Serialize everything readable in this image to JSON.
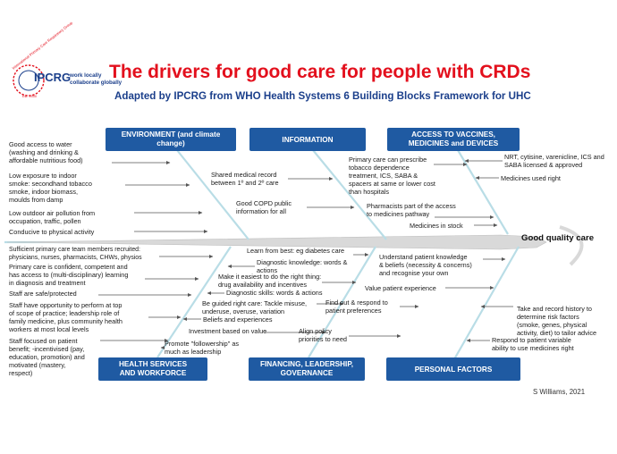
{
  "title": "The drivers for good care for people with CRDs",
  "subtitle": "Adapted by IPCRG from WHO Health Systems 6 Building Blocks Framework for UHC",
  "logo": {
    "name": "IPCRG",
    "tagline": [
      "work locally",
      "collaborate globally"
    ],
    "arc_text": "International Primary Care Respiratory Group",
    "established": "Est. 2000"
  },
  "goal": "Good quality care",
  "credit": "S Williams, 2021",
  "categories": {
    "environment": [
      "ENVIRONMENT (and climate",
      "change)"
    ],
    "information": [
      "INFORMATION"
    ],
    "access": [
      "ACCESS TO VACCINES,",
      "MEDICINES and DEVICES"
    ],
    "health": [
      "HEALTH SERVICES",
      "AND WORKFORCE"
    ],
    "financing": [
      "FINANCING, LEADERSHIP,",
      "GOVERNANCE"
    ],
    "personal": [
      "PERSONAL FACTORS"
    ]
  },
  "environment_items": [
    [
      "Good access to water",
      "(washing and drinking &",
      "affordable nutritious food)"
    ],
    [
      "Low exposure to indoor",
      "smoke: secondhand tobacco",
      "smoke, indoor biomass,",
      "moulds from damp"
    ],
    [
      "Low outdoor air pollution from",
      "occupation, traffic, pollen"
    ],
    [
      "Conducive to physical activity"
    ]
  ],
  "information_items": [
    [
      "Shared medical record",
      "between 1º and 2º care"
    ],
    [
      "Good COPD public",
      "information for all"
    ]
  ],
  "access_left_items": [
    [
      "Primary care can prescribe",
      "tobacco dependence",
      "treatment, ICS, SABA &",
      "spacers at same or lower cost",
      "than hospitals"
    ],
    [
      "Pharmacists part of the access",
      "to medicines pathway"
    ],
    [
      "Medicines in stock"
    ]
  ],
  "access_right_items": [
    [
      "NRT, cytisine, varenicline, ICS and",
      "SABA licensed & approved"
    ],
    [
      "Medicines used right"
    ]
  ],
  "health_left_items": [
    [
      "Sufficient primary care team members recruited:",
      "physicians, nurses, pharmacists, CHWs, physios"
    ],
    [
      "Primary care is confident, competent and",
      "has access to (multi-disciplinary) learning",
      "in diagnosis and treatment"
    ],
    [
      "Staff are safe/protected"
    ],
    [
      "Staff have opportunity to perform at top",
      "of scope of practice; leadership role of",
      "family medicine, plus community health",
      "workers at most local levels"
    ],
    [
      "Staff focused on patient",
      "benefit; -incentivised (pay,",
      "education, promotion) and",
      "motivated (mastery,",
      "respect)"
    ]
  ],
  "health_right_items": [
    [
      "Learn from best: eg diabetes care"
    ],
    [
      "Diagnostic knowledge: words &",
      "actions"
    ],
    [
      "Make it easiest to do the right thing:",
      "drug availability and incentives"
    ],
    [
      "Diagnostic skills: words & actions"
    ],
    [
      "Be guided right care: Tackle misuse,",
      "underuse, overuse, variation"
    ],
    [
      "Beliefs and experiences"
    ],
    [
      "Investment based on value"
    ],
    [
      "Promote \"followership\" as",
      "much as leadership"
    ]
  ],
  "financing_items": [
    [
      "Find out & respond to",
      "patient preferences"
    ],
    [
      "Align policy",
      "priorities to need"
    ]
  ],
  "personal_left_items": [
    [
      "Understand patient knowledge",
      "& beliefs (necessity & concerns)",
      "and recognise your own"
    ],
    [
      "Value patient experience"
    ]
  ],
  "personal_right_items": [
    [
      "Take and record history to",
      "determine risk factors",
      "(smoke, genes, physical",
      "activity, diet) to tailor advice"
    ],
    [
      "Respond to patient variable",
      "ability to use medicines right"
    ]
  ]
}
